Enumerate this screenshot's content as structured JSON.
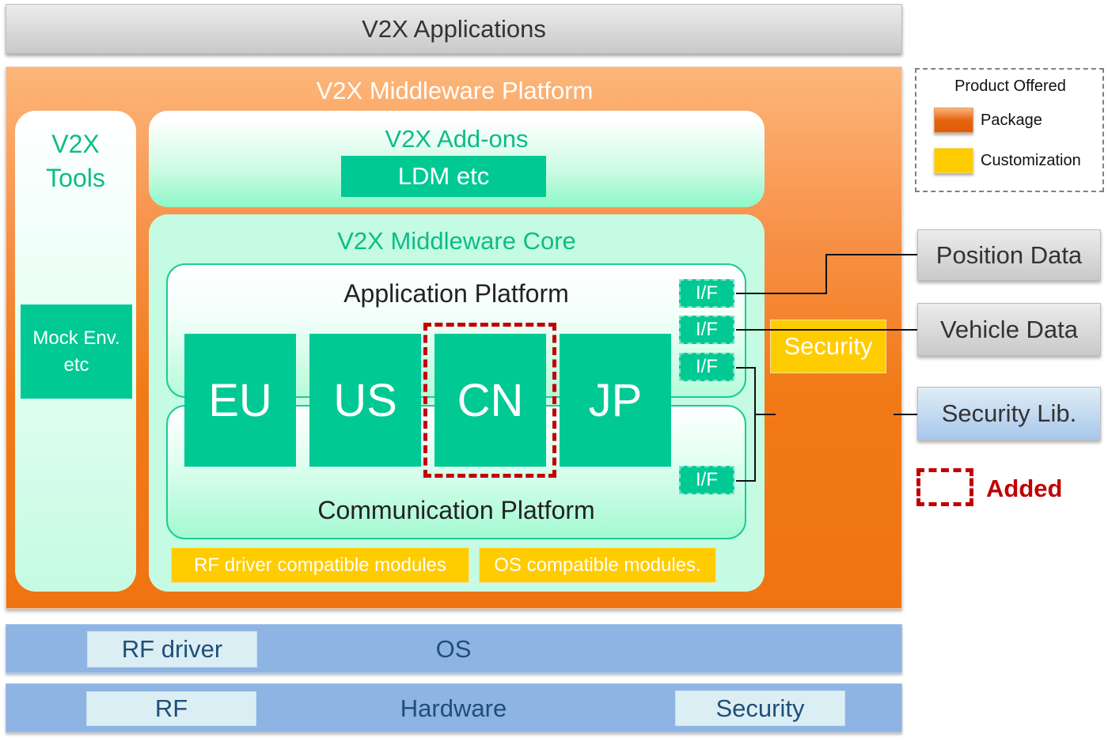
{
  "top_layer": {
    "label": "V2X Applications"
  },
  "middleware": {
    "title": "V2X Middleware Platform",
    "tools": {
      "title_line1": "V2X",
      "title_line2": "Tools",
      "mock_line1": "Mock Env.",
      "mock_line2": "etc"
    },
    "addons": {
      "title": "V2X Add-ons",
      "module": "LDM etc"
    },
    "core": {
      "title": "V2X Middleware Core",
      "application_platform": "Application Platform",
      "communication_platform": "Communication Platform",
      "regions": [
        "EU",
        "US",
        "CN",
        "JP"
      ],
      "added_region": "CN",
      "interfaces": [
        "I/F",
        "I/F",
        "I/F",
        "I/F"
      ],
      "compat_modules": [
        "RF driver compatible modules",
        "OS compatible modules."
      ]
    },
    "security": "Security"
  },
  "external": {
    "position_data": "Position Data",
    "vehicle_data": "Vehicle Data",
    "security_lib": "Security Lib."
  },
  "legend": {
    "title": "Product Offered",
    "items": [
      {
        "label": "Package",
        "color": "#e6650e"
      },
      {
        "label": "Customization",
        "color": "#ffcc00"
      }
    ],
    "added_label": "Added",
    "added_color": "#c00000"
  },
  "os_layer": {
    "label": "OS",
    "chip": "RF driver"
  },
  "hardware_layer": {
    "label": "Hardware",
    "chips": [
      "RF",
      "Security"
    ]
  },
  "colors": {
    "module_green": "#00c994",
    "title_green": "#0ebc88",
    "platform_orange": "#f27a16",
    "layer_blue": "#8eb4e3"
  }
}
